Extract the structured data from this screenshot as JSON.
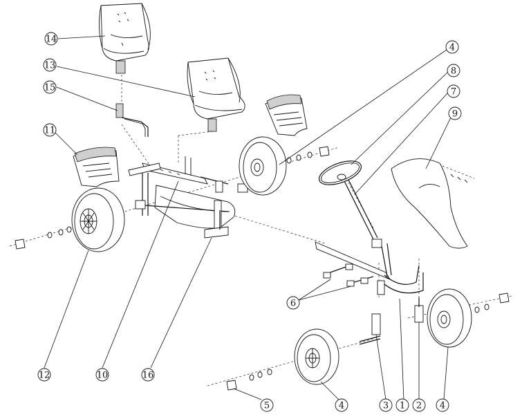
{
  "diagram": {
    "callouts": [
      {
        "id": "c14",
        "label": "14"
      },
      {
        "id": "c13",
        "label": "13"
      },
      {
        "id": "c15",
        "label": "15"
      },
      {
        "id": "c11",
        "label": "11"
      },
      {
        "id": "c4a",
        "label": "4"
      },
      {
        "id": "c8",
        "label": "8"
      },
      {
        "id": "c7",
        "label": "7"
      },
      {
        "id": "c9",
        "label": "9"
      },
      {
        "id": "c6",
        "label": "6"
      },
      {
        "id": "c12",
        "label": "12"
      },
      {
        "id": "c10",
        "label": "10"
      },
      {
        "id": "c16",
        "label": "16"
      },
      {
        "id": "c5",
        "label": "5"
      },
      {
        "id": "c4b",
        "label": "4"
      },
      {
        "id": "c3",
        "label": "3"
      },
      {
        "id": "c1",
        "label": "1"
      },
      {
        "id": "c2",
        "label": "2"
      },
      {
        "id": "c4c",
        "label": "4"
      }
    ]
  }
}
